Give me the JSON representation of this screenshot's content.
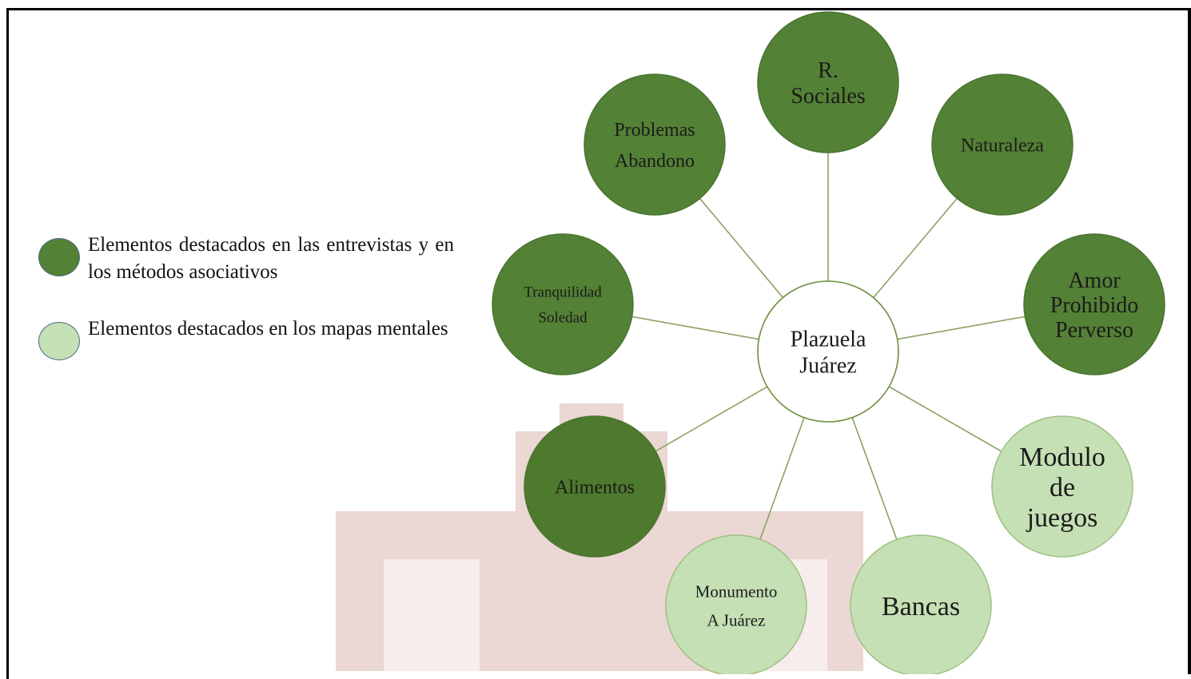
{
  "legend": [
    {
      "text": "Elementos destacados en las entrevistas y en los métodos asociativos",
      "color": "#538135"
    },
    {
      "text": "Elementos destacados en los mapas mentales",
      "color": "#c5e0b4"
    }
  ],
  "colors": {
    "dark": "#538135",
    "light": "#c5e0b4",
    "alimentos": "#4e7a2e",
    "center_fill": "#ffffff",
    "center_stroke": "#6b8f3a",
    "connector": "#8aa264",
    "watermark": "#e9d3cf"
  },
  "diagram": {
    "center": {
      "lines": [
        "Plazuela",
        "Juárez"
      ]
    },
    "nodes": [
      {
        "id": "problemas-abandono",
        "lines": [
          "Problemas",
          "Abandono"
        ],
        "type": "dark"
      },
      {
        "id": "r-sociales",
        "lines": [
          "R.",
          "Sociales"
        ],
        "type": "dark"
      },
      {
        "id": "naturaleza",
        "lines": [
          "Naturaleza"
        ],
        "type": "dark"
      },
      {
        "id": "tranquilidad-soledad",
        "lines": [
          "Tranquilidad",
          "Soledad"
        ],
        "type": "dark"
      },
      {
        "id": "amor-prohibido-perverso",
        "lines": [
          "Amor",
          "Prohibido",
          "Perverso"
        ],
        "type": "dark"
      },
      {
        "id": "alimentos",
        "lines": [
          "Alimentos"
        ],
        "type": "dark"
      },
      {
        "id": "monumento-a-juarez",
        "lines": [
          "Monumento",
          "A Juárez"
        ],
        "type": "light"
      },
      {
        "id": "bancas",
        "lines": [
          "Bancas"
        ],
        "type": "light"
      },
      {
        "id": "modulo-de-juegos",
        "lines": [
          "Modulo",
          "de",
          "juegos"
        ],
        "type": "light"
      }
    ]
  }
}
